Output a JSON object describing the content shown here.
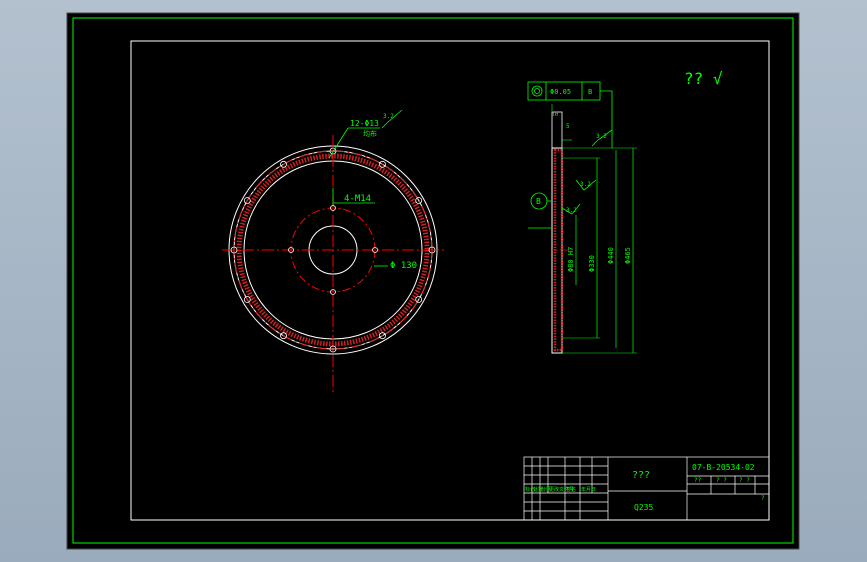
{
  "colors": {
    "background": "#a7b6c6",
    "sheet": "#000000",
    "frame": "#00ff00",
    "outline": "#ffffff",
    "center_line": "#ff0000",
    "dimension": "#00ff00",
    "hatch": "#cc2222",
    "note": "#00ff00"
  },
  "annotations": {
    "roughness_note": "?? √",
    "holes_callout": "12-Φ13",
    "holes_callout_sub": "均布",
    "tapped_callout": "4-M14",
    "bolt_circle": "Φ 130",
    "roughness_small": "3.2",
    "roughness_side": "3.2",
    "roughness_bore": "3.2",
    "datum": "B",
    "tolerance_value": "Φ0.05",
    "tolerance_datum": "B",
    "dim_thickness": "30",
    "dim_step": "5",
    "dim_bore": "Φ80 H7",
    "dim_pitch": "Φ330",
    "dim_mid": "Φ440",
    "dim_outer": "Φ465"
  },
  "title_block": {
    "drawing_name": "???",
    "drawing_number": "07-B-20534-02",
    "material": "Q235",
    "label_a": "??",
    "label_b": "? ?",
    "label_c": "? ?",
    "label_d": "?",
    "row_marks": [
      "标记",
      "处数",
      "分区",
      "更改文件号",
      "签名",
      "年月日"
    ]
  }
}
